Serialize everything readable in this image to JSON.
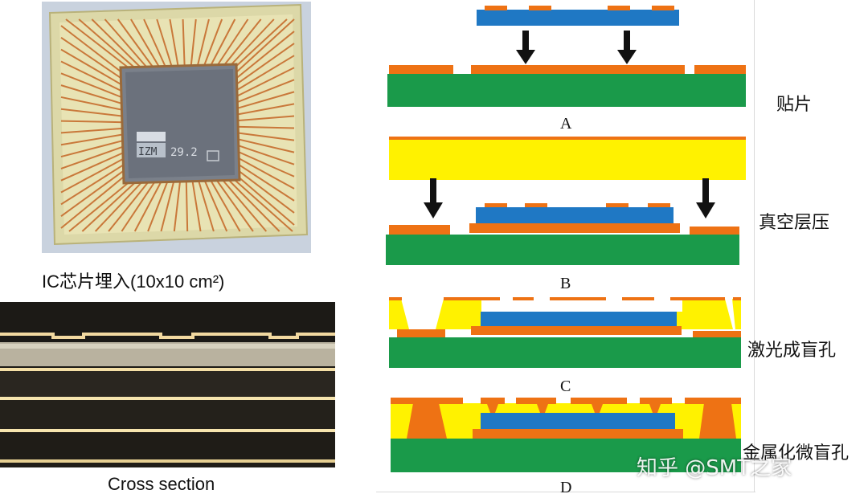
{
  "left": {
    "photo_chip": {
      "caption": "IC芯片埋入(10x10 cm²)",
      "die_text": "29.2",
      "die_logo": "IZM"
    },
    "photo_cross": {
      "caption": "Cross section"
    }
  },
  "steps": [
    {
      "letter": "A",
      "label": "贴片"
    },
    {
      "letter": "B",
      "label": "真空层压"
    },
    {
      "letter": "C",
      "label": "激光成盲孔"
    },
    {
      "letter": "D",
      "label": "金属化微盲孔"
    }
  ],
  "watermark": "知乎 @SMT之家",
  "colors": {
    "green": "#1a9a4a",
    "orange": "#ee7214",
    "blue": "#1f78c4",
    "yellow": "#fff200"
  }
}
